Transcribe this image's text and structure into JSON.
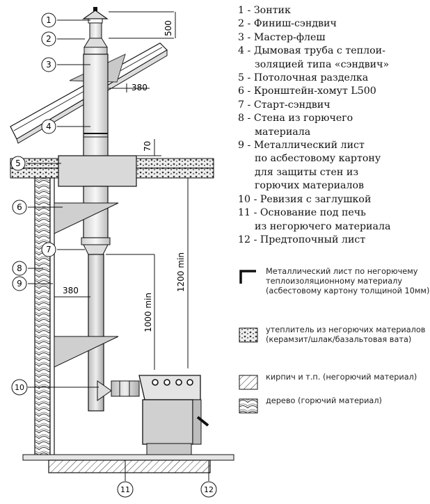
{
  "legend": [
    "1 - Зонтик",
    "2 - Финиш-сэндвич",
    "3 - Мастер-флеш",
    "4 - Дымовая труба с теплоизоляцией типа «сэндвич»",
    "5 - Потолочная разделка",
    "6 - Кронштейн-хомут L500",
    "7 - Старт-сэндвич",
    "8 - Стена из горючего материала",
    "9 - Металлический лист по асбестовому картону для защиты стен из горючих материалов",
    "10 - Ревизия с заглушкой",
    "11 - Основание под печь из негорючего материала",
    "12 - Предтопочный лист"
  ],
  "legend_lines": [
    [
      "1 - Зонтик"
    ],
    [
      "2 - Финиш-сэндвич"
    ],
    [
      "3 - Мастер-флеш"
    ],
    [
      "4 - Дымовая труба с теплои-",
      "золяцией типа «сэндвич»"
    ],
    [
      "5 - Потолочная разделка"
    ],
    [
      "6 - Кронштейн-хомут L500"
    ],
    [
      "7 - Старт-сэндвич"
    ],
    [
      "8 - Стена из горючего",
      "материала"
    ],
    [
      "9 - Металлический лист",
      "по асбестовому картону",
      "для защиты стен из",
      "горючих материалов"
    ],
    [
      "10 - Ревизия с заглушкой"
    ],
    [
      "11 - Основание под печь",
      "из негорючего материала"
    ],
    [
      "12 - Предтопочный лист"
    ]
  ],
  "materials": {
    "metal_sheet": "Металлический лист по негорючему теплоизоляционному материалу (асбестовому картону толщиной 10мм)",
    "insulation": "утеплитель из негорючих материалов (керамзит/шлак/базальтовая вата)",
    "brick": "кирпич и т.п. (негорючий материал)",
    "wood": "дерево (горючий материал)"
  },
  "callouts": [
    "1",
    "2",
    "3",
    "4",
    "5",
    "6",
    "7",
    "8",
    "9",
    "10",
    "11",
    "12"
  ],
  "dimensions": {
    "top": "500",
    "roof_clearance": "380",
    "ceiling_gap": "70",
    "wall_clearance": "380",
    "height_1000": "1000 min",
    "height_1200": "1200 min"
  },
  "colors": {
    "ink": "#111111",
    "fill_gray": "#d0d0d0",
    "light_gray": "#e6e6e6"
  }
}
